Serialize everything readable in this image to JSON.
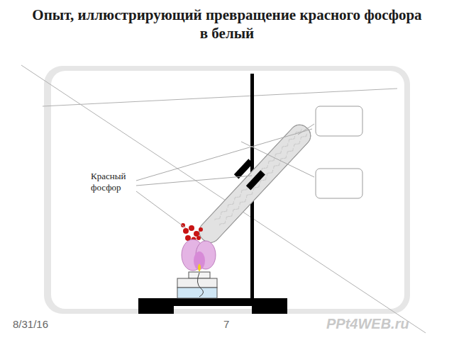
{
  "diagram": {
    "title": "Опыт, иллюстрирующий превращение красного фосфора в белый",
    "labels": [
      "Красный фосфор",
      "8/31/16",
      "7",
      "PPt4WEB.ru"
    ]
  }
}
